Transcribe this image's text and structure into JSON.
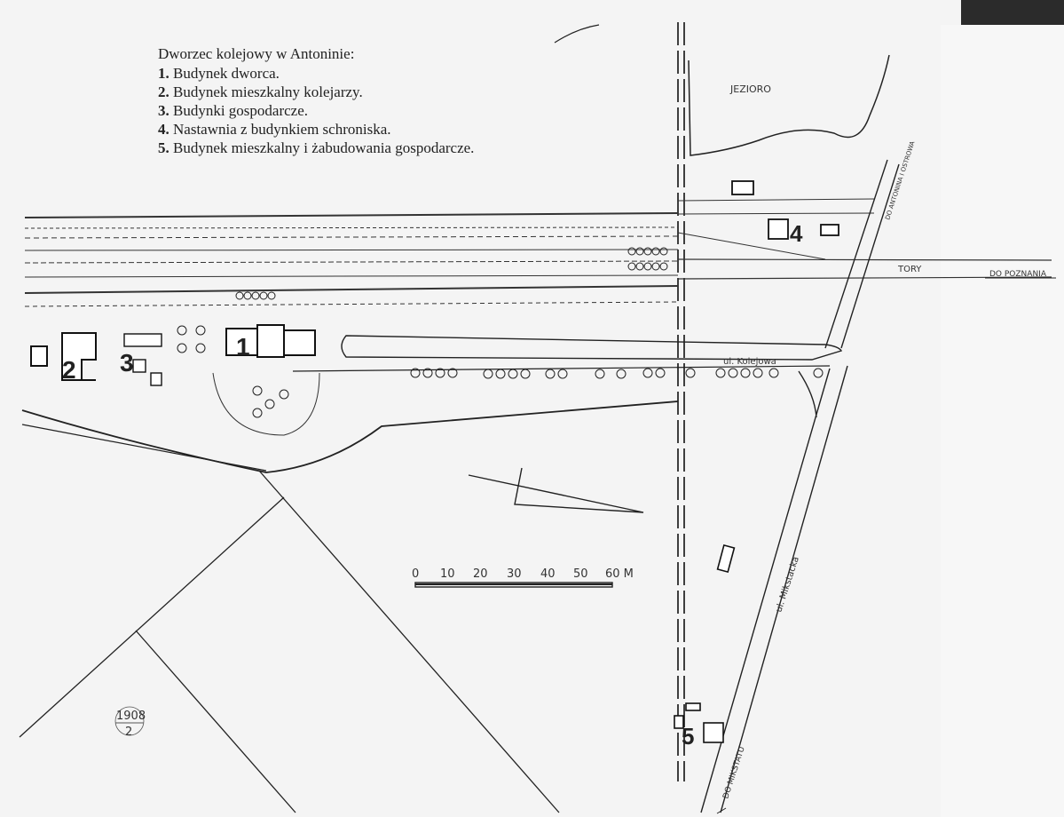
{
  "legend": {
    "title": "Dworzec kolejowy w Antoninie:",
    "items": [
      {
        "num": "1.",
        "text": "Budynek dworca."
      },
      {
        "num": "2.",
        "text": "Budynek mieszkalny kolejarzy."
      },
      {
        "num": "3.",
        "text": "Budynki gospodarcze."
      },
      {
        "num": "4.",
        "text": "Nastawnia z budynkiem schroniska."
      },
      {
        "num": "5.",
        "text": "Budynek mieszkalny i żabudowania gospodarcze."
      }
    ]
  },
  "map_labels": {
    "lake": "JEZIORO",
    "tracks": "TORY",
    "to_poznan": "DO POZNANIA",
    "to_antonin": "DO ANTONINA I OSTROWA",
    "kolejowa_street": "ul. Kolejowa",
    "mikstacka_street": "ul. Mikstacka",
    "to_mikstat": "DO MIKSTATU",
    "sheet_number": "1908\n2",
    "marker_1": "1",
    "marker_2": "2",
    "marker_3": "3",
    "marker_4": "4",
    "marker_5": "5"
  },
  "scale_bar": {
    "labels": [
      "0",
      "10",
      "20",
      "30",
      "40",
      "50",
      "60 M"
    ]
  }
}
